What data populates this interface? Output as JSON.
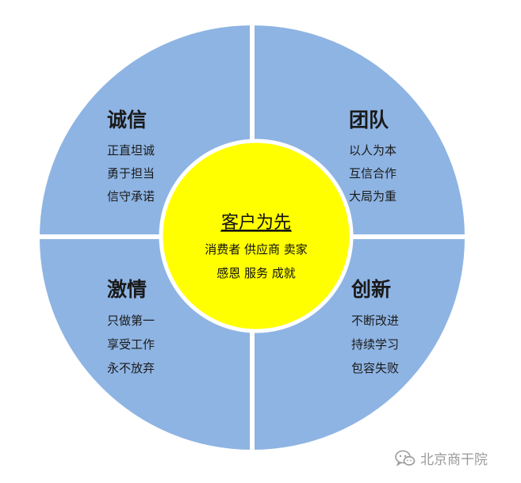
{
  "colors": {
    "quadrant_fill": "#8eb4e3",
    "center_fill": "#ffff00",
    "divider": "#ffffff",
    "text": "#1a1a1a",
    "watermark": "#9a9a9a"
  },
  "center": {
    "title": "客户为先",
    "line1": "消费者 供应商 卖家",
    "line2": "感恩 服务 成就"
  },
  "quadrants": [
    {
      "title": "诚信",
      "items": [
        "正直坦诚",
        "勇于担当",
        "信守承诺"
      ]
    },
    {
      "title": "团队",
      "items": [
        "以人为本",
        "互信合作",
        "大局为重"
      ]
    },
    {
      "title": "激情",
      "items": [
        "只做第一",
        "享受工作",
        "永不放弃"
      ]
    },
    {
      "title": "创新",
      "items": [
        "不断改进",
        "持续学习",
        "包容失败"
      ]
    }
  ],
  "watermark": {
    "icon": "wechat-icon",
    "text": "北京商干院"
  }
}
